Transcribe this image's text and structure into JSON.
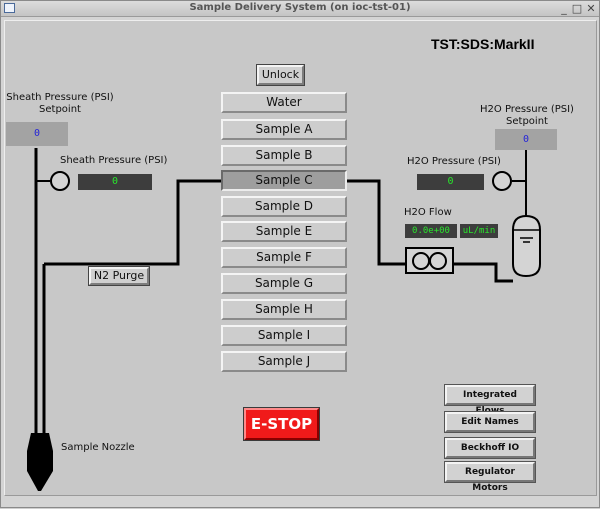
{
  "window": {
    "title": "Sample Delivery System (on ioc-tst-01)"
  },
  "header": {
    "title": "TST:SDS:MarkII"
  },
  "unlock_label": "Unlock",
  "samples": [
    "Water",
    "Sample A",
    "Sample B",
    "Sample C",
    "Sample D",
    "Sample E",
    "Sample F",
    "Sample G",
    "Sample H",
    "Sample I",
    "Sample J"
  ],
  "selected_sample": "Sample C",
  "sheath": {
    "setpoint_label_line1": "Sheath Pressure (PSI)",
    "setpoint_label_line2": "Setpoint",
    "setpoint_value": "0",
    "pressure_label": "Sheath Pressure (PSI)",
    "pressure_value": "0"
  },
  "h2o": {
    "setpoint_label_line1": "H2O Pressure (PSI)",
    "setpoint_label_line2": "Setpoint",
    "setpoint_value": "0",
    "pressure_label": "H2O Pressure (PSI)",
    "pressure_value": "0",
    "flow_label": "H2O Flow",
    "flow_value": "0.0e+00",
    "flow_unit": "uL/min"
  },
  "n2_purge_label": "N2 Purge",
  "nozzle_label": "Sample Nozzle",
  "estop_label": "E-STOP",
  "side_buttons": [
    "Integrated Flows",
    "Edit Names",
    "Beckhoff IO",
    "Regulator Motors"
  ],
  "colors": {
    "readback_green": "#29e62c",
    "setpoint_blue": "#2424d8",
    "estop_red": "#f01a1a",
    "selected_gray": "#9e9e9e"
  }
}
